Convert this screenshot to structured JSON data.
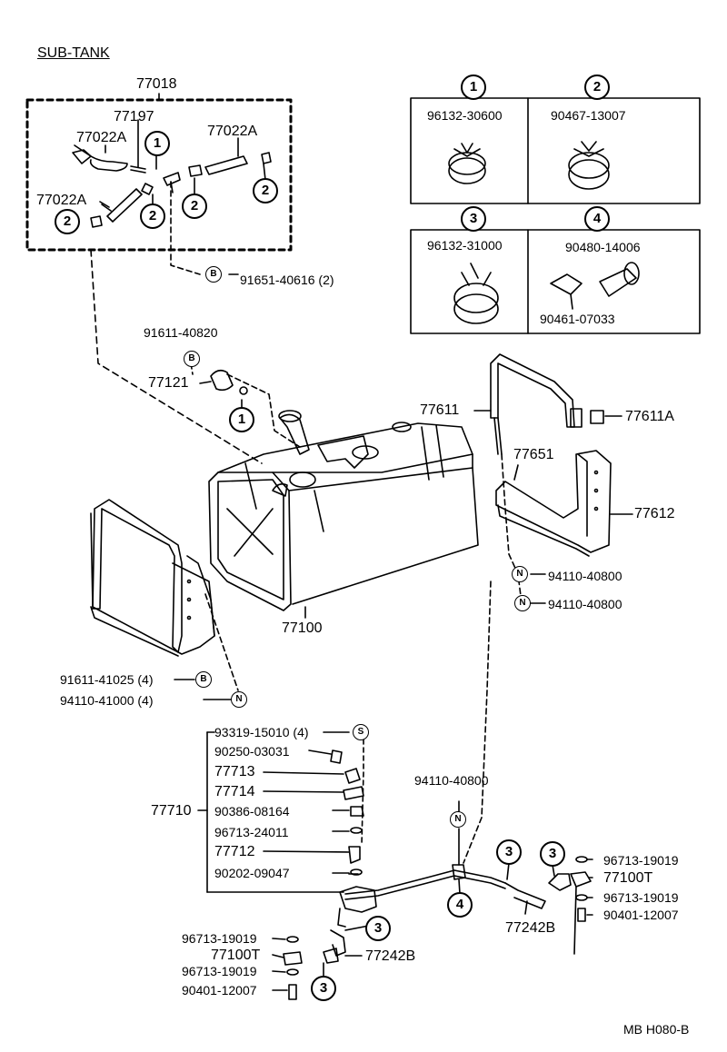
{
  "title": "SUB-TANK",
  "code": "MB H080-B",
  "callout_numbers": [
    "1",
    "2",
    "3",
    "4"
  ],
  "part_symbols": [
    "B",
    "N",
    "S"
  ],
  "detail_boxes": [
    {
      "num": "1",
      "parts": [
        "96132-30600"
      ]
    },
    {
      "num": "2",
      "parts": [
        "90467-13007"
      ]
    },
    {
      "num": "3",
      "parts": [
        "96132-31000"
      ]
    },
    {
      "num": "4",
      "parts": [
        "90480-14006",
        "90461-07033"
      ]
    }
  ],
  "labels": {
    "p77018": "77018",
    "p77197": "77197",
    "p77022a_1": "77022A",
    "p77022a_2": "77022A",
    "p77022a_3": "77022A",
    "p91651": "91651-40616 (2)",
    "p91611_40820": "91611-40820",
    "p77121": "77121",
    "p77611": "77611",
    "p77611a": "77611A",
    "p77651": "77651",
    "p77612": "77612",
    "p94110_40800a": "94110-40800",
    "p94110_40800b": "94110-40800",
    "p77100": "77100",
    "p91611_41025": "91611-41025 (4)",
    "p94110_41000": "94110-41000 (4)",
    "p93319": "93319-15010 (4)",
    "p90250": "90250-03031",
    "p77713": "77713",
    "p77714": "77714",
    "p77710": "77710",
    "p90386": "90386-08164",
    "p96713_24011": "96713-24011",
    "p77712": "77712",
    "p90202": "90202-09047",
    "p94110_40800c": "94110-40800",
    "p96713_19019a": "96713-19019",
    "p77100t_a": "77100T",
    "p96713_19019b": "96713-19019",
    "p90401_a": "90401-12007",
    "p77242b_a": "77242B",
    "p96713_19019c": "96713-19019",
    "p77100t_b": "77100T",
    "p96713_19019d": "96713-19019",
    "p90401_b": "90401-12007",
    "p77242b_b": "77242B"
  }
}
